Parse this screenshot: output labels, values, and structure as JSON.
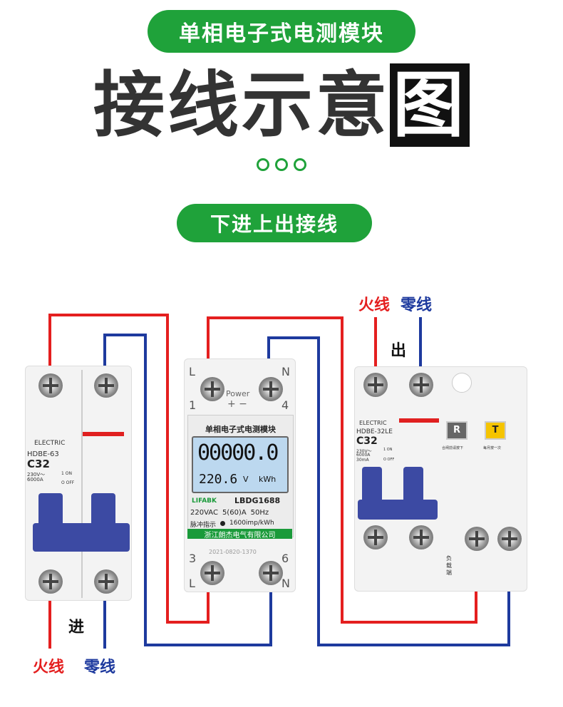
{
  "header": {
    "title_pill": "单相电子式电测模块",
    "main_title_a": "接线示意",
    "main_title_b": "图",
    "sub_pill": "下进上出接线"
  },
  "labels": {
    "top_live": "火线",
    "top_neutral": "零线",
    "out": "出",
    "in": "进",
    "bottom_live": "火线",
    "bottom_neutral": "零线"
  },
  "left_breaker": {
    "brand": "ELECTRIC",
    "model": "HDBE-63",
    "rating": "C32",
    "spec1": "230V～",
    "spec2": "6000A",
    "on": "1 ON",
    "off": "O OFF"
  },
  "meter": {
    "term_L_top": "L",
    "term_N_top": "N",
    "term_1": "1",
    "term_4": "4",
    "power": "Power",
    "plus_minus": "+ −",
    "title": "单相电子式电测模块",
    "reading": "00000.0",
    "voltage": "220.6",
    "volt_unit": "V",
    "energy_unit": "kWh",
    "brand": "LIFABK",
    "model": "LBDG1688",
    "spec_v": "220VAC",
    "spec_a": "5(60)A",
    "spec_hz": "50Hz",
    "pulse": "脉冲指示",
    "imp": "1600imp/kWh",
    "maker": "浙江朗杰电气有限公司",
    "date": "2021-0820-1370",
    "term_3": "3",
    "term_6": "6",
    "term_L_bot": "L",
    "term_N_bot": "N"
  },
  "right_breaker": {
    "brand": "ELECTRIC",
    "model": "HDBE-32LE",
    "rating": "C32",
    "spec1": "230V～",
    "spec2": "6000A",
    "spec3": "30mA",
    "on": "1 ON",
    "off": "O OFF",
    "btn_r": "R",
    "btn_t": "T",
    "note1": "合闸前请按下",
    "note2": "每月按一次",
    "load": "负载端"
  },
  "colors": {
    "green": "#1fa23a",
    "live": "#e41f1f",
    "neutral": "#1e3a9e"
  }
}
